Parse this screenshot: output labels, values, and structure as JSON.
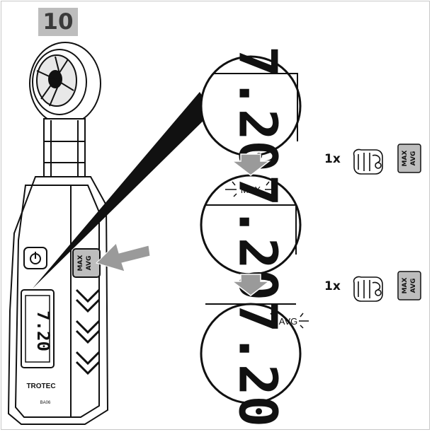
{
  "step": {
    "number": "10"
  },
  "device": {
    "display_value": "7.20",
    "button_power_icon": "power-icon",
    "button_max_line1": "MAX",
    "button_max_line2": "AVG",
    "brand": "TROTEC",
    "model": "BA06"
  },
  "callouts": [
    {
      "reading": "7.20",
      "mode_label": ""
    },
    {
      "reading": "7.20",
      "mode_label": "MAX"
    },
    {
      "reading": "7.20",
      "mode_label": "AVG"
    }
  ],
  "actions": [
    {
      "count": "1x",
      "icon": "finger-press-icon",
      "button_line1": "MAX",
      "button_line2": "AVG"
    },
    {
      "count": "1x",
      "icon": "finger-press-icon",
      "button_line1": "MAX",
      "button_line2": "AVG"
    }
  ],
  "colors": {
    "arrow": "#9a9a9a",
    "badge": "#bdbdbd",
    "line": "#111111"
  }
}
